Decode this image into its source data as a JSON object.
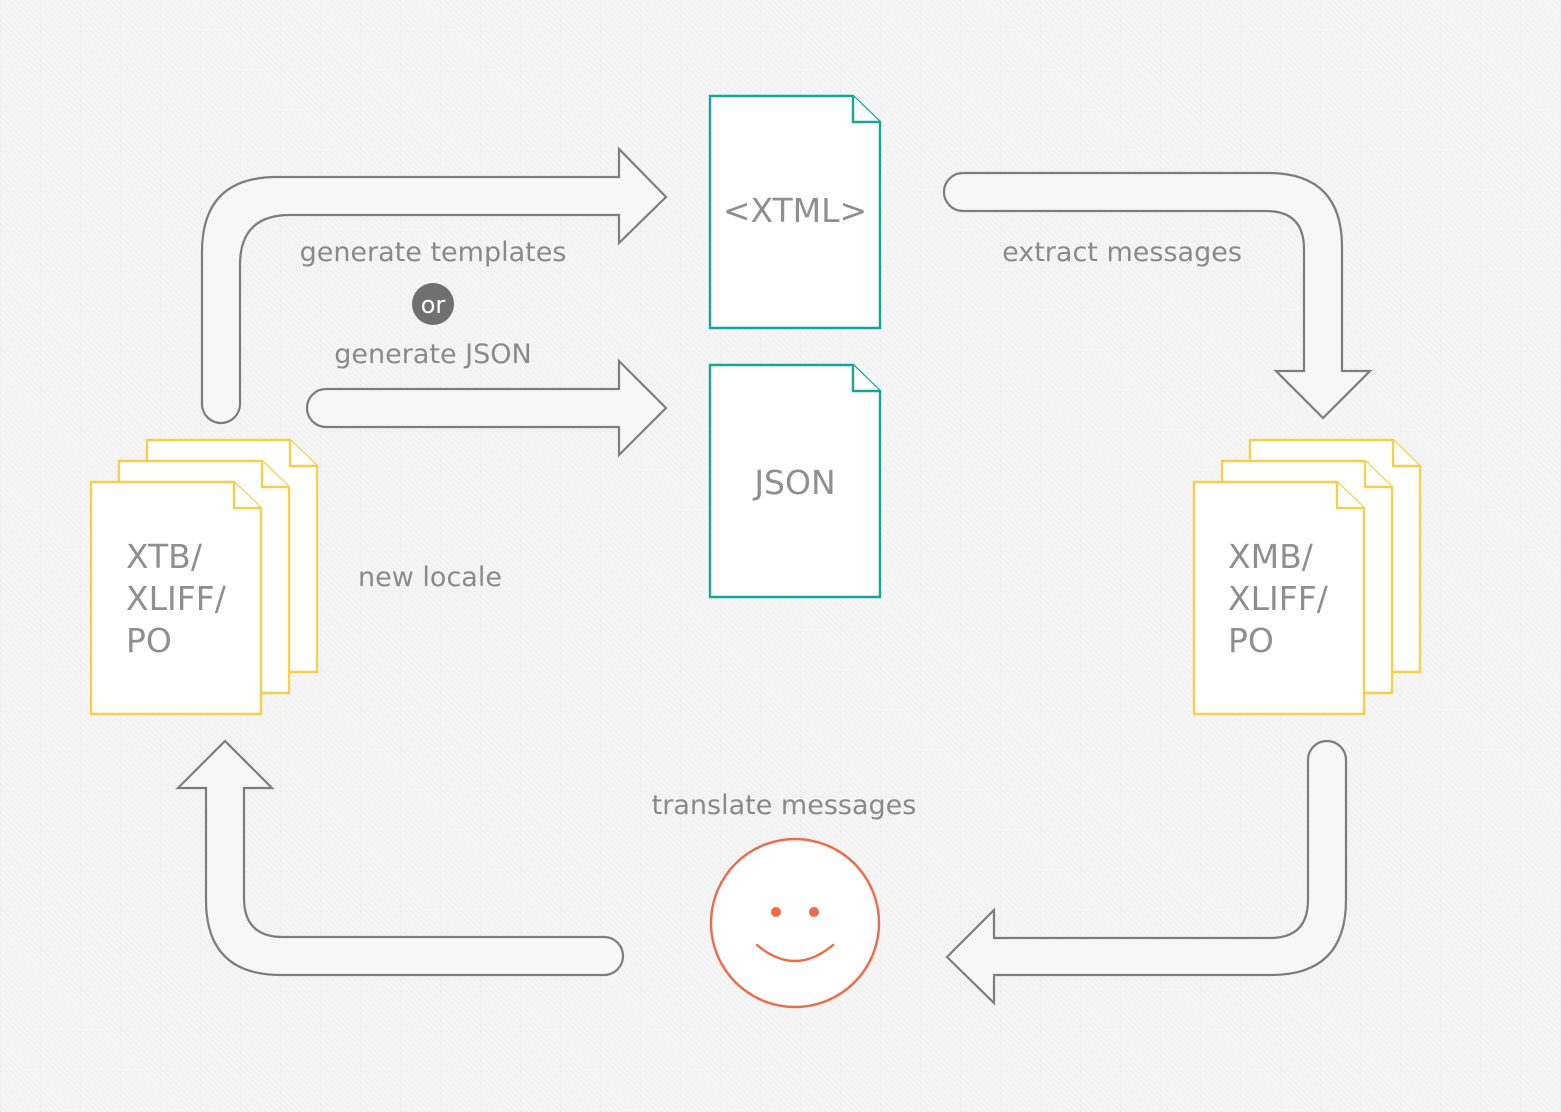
{
  "steps": {
    "generate_templates": "generate templates",
    "or": "or",
    "generate_json": "generate JSON",
    "extract_messages": "extract messages",
    "new_locale": "new locale",
    "translate_messages": "translate messages"
  },
  "documents": {
    "xtml": "<XTML>",
    "json": "JSON",
    "source_translations": [
      "XTB/",
      "XLIFF/",
      "PO"
    ],
    "extracted_messages": [
      "XMB/",
      "XLIFF/",
      "PO"
    ]
  },
  "colors": {
    "template_docs": "#16a596",
    "message_files": "#f5cf4d",
    "translator": "#f06a48",
    "arrows": "#7d7d7d"
  },
  "icons": {
    "translator": "smiley-face-icon"
  }
}
